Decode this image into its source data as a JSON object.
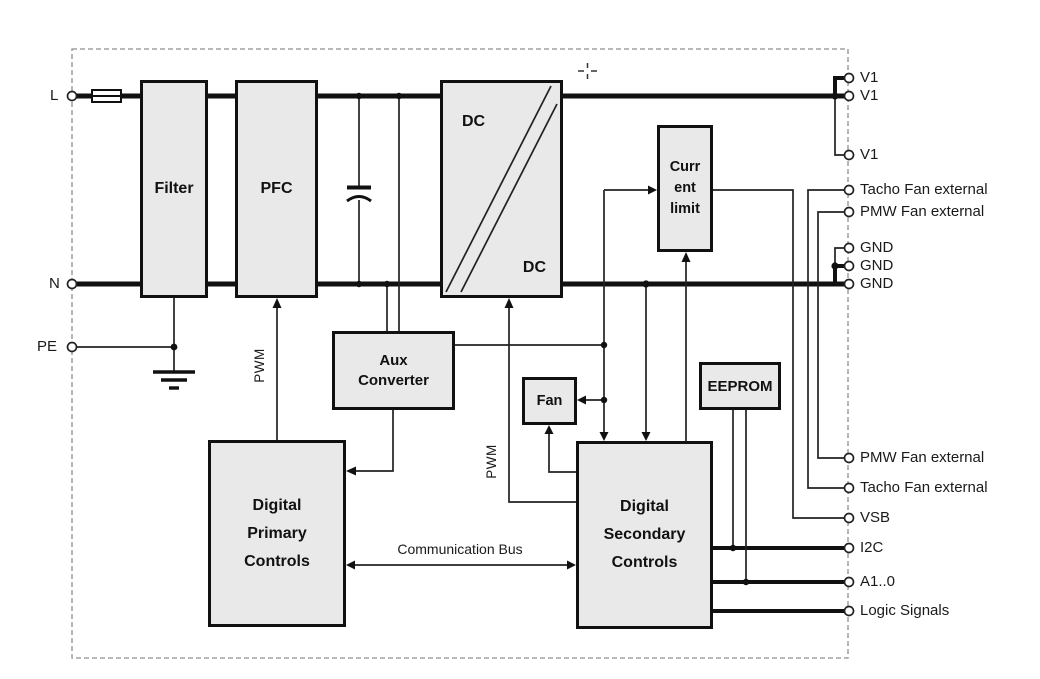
{
  "colors": {
    "wire": "#1a1a1a",
    "block_fill": "#e9e9e9",
    "block_border": "#111111",
    "boundary_dash": "#8f8f8f",
    "background": "#ffffff"
  },
  "icons": {
    "crosshair_cursor": "crosshair",
    "fuse_symbol": "fuse",
    "capacitor_symbol": "polarized-capacitor",
    "ground_symbol": "earth-ground"
  },
  "blocks": {
    "filter": {
      "label": "Filter"
    },
    "pfc": {
      "label": "PFC"
    },
    "dcdc": {
      "label_top": "DC",
      "label_bottom": "DC"
    },
    "current_limit": {
      "label": "Curr\nent\nlimit"
    },
    "aux_converter": {
      "label": "Aux\nConverter"
    },
    "fan": {
      "label": "Fan"
    },
    "eeprom": {
      "label": "EEPROM"
    },
    "digital_primary": {
      "label": "Digital\nPrimary\nControls"
    },
    "digital_secondary": {
      "label": "Digital\nSecondary\nControls"
    }
  },
  "left_terminals": [
    {
      "label": "L"
    },
    {
      "label": "N"
    },
    {
      "label": "PE"
    }
  ],
  "right_terminals": [
    {
      "label": "V1"
    },
    {
      "label": "V1"
    },
    {
      "label": "V1"
    },
    {
      "label": "Tacho Fan external"
    },
    {
      "label": "PMW Fan external"
    },
    {
      "label": "GND"
    },
    {
      "label": "GND"
    },
    {
      "label": "GND"
    },
    {
      "label": "PMW Fan external"
    },
    {
      "label": "Tacho Fan external"
    },
    {
      "label": "VSB"
    },
    {
      "label": "I2C"
    },
    {
      "label": "A1..0"
    },
    {
      "label": "Logic Signals"
    }
  ],
  "wire_labels": {
    "pwm_primary": "PWM",
    "pwm_secondary": "PWM",
    "communication_bus": "Communication Bus"
  }
}
